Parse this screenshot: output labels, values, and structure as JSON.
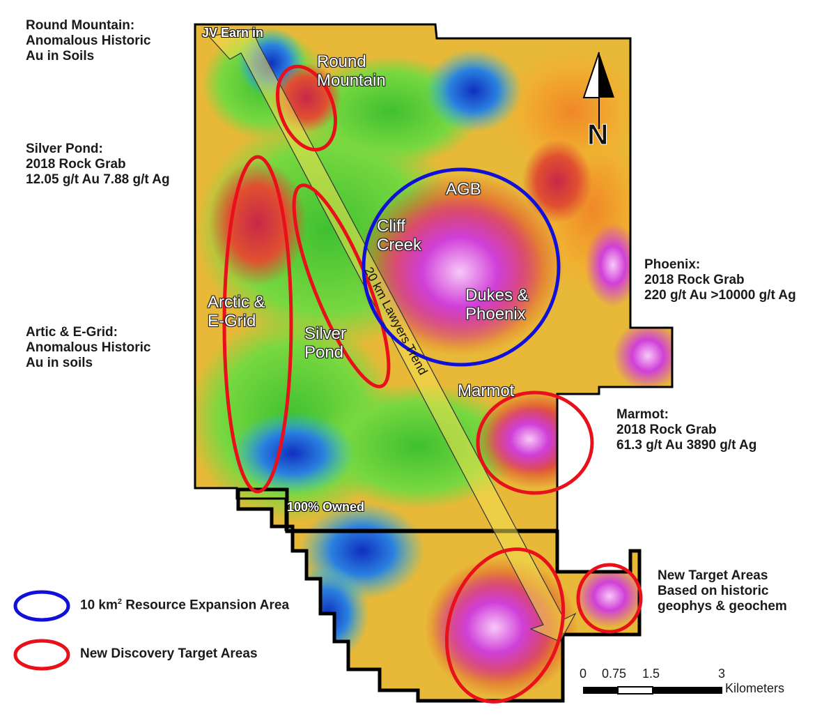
{
  "colors": {
    "expansion_area": "#1010d8",
    "target_areas": "#e8101a",
    "boundary": "#000000",
    "trend_arrow": "#e8d84a"
  },
  "left_notes": [
    {
      "lines": [
        "Round Mountain:",
        "Anomalous Historic",
        "Au in Soils"
      ]
    },
    {
      "lines": [
        "Silver Pond:",
        "2018 Rock Grab",
        "12.05 g/t Au 7.88 g/t Ag"
      ]
    },
    {
      "lines": [
        "Artic & E-Grid:",
        "Anomalous Historic",
        "Au in soils"
      ]
    }
  ],
  "right_notes": [
    {
      "lines": [
        "Phoenix:",
        "2018 Rock Grab",
        "220 g/t Au >10000 g/t Ag"
      ]
    },
    {
      "lines": [
        "Marmot:",
        "2018 Rock Grab",
        "61.3 g/t Au 3890 g/t Ag"
      ]
    },
    {
      "lines": [
        "New Target Areas",
        "Based on historic",
        "geophys & geochem"
      ]
    }
  ],
  "map_labels": {
    "round_mountain": [
      "Round",
      "Mountain"
    ],
    "agb": "AGB",
    "cliff_creek": [
      "Cliff",
      "Creek"
    ],
    "dukes_phoenix": [
      "Dukes &",
      "Phoenix"
    ],
    "arctic_egrid": [
      "Arctic &",
      "E-Grid"
    ],
    "silver_pond": [
      "Silver",
      "Pond"
    ],
    "marmot": "Marmot"
  },
  "jv_label": "JV Earn in",
  "owned_label": "100% Owned",
  "trend_label": "20 km Lawyers Trend",
  "north_label": "N",
  "legend": {
    "expansion_prefix": "10 km",
    "expansion_sup": "2",
    "expansion_suffix": " Resource Expansion Area",
    "targets": "New Discovery Target Areas"
  },
  "scale": {
    "ticks": [
      "0",
      "0.75",
      "1.5",
      "3"
    ],
    "unit": "Kilometers"
  }
}
